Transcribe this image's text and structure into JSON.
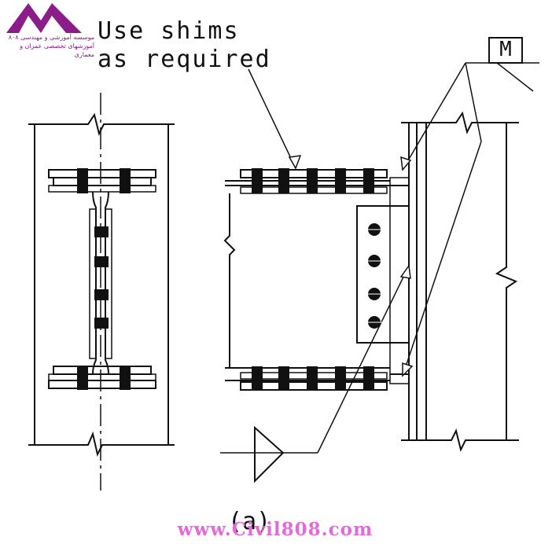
{
  "logo": {
    "line1": "موسسه آموزشی و مهندسی ۸۰۸",
    "line2": "آموزشهای تخصصی عمران و معماری",
    "color": "#8a1d8a"
  },
  "annotation": {
    "line1": "Use shims",
    "line2": "as required"
  },
  "weld_tag": "M",
  "caption": "(a)",
  "watermark": "www.Civil808.com",
  "colors": {
    "line": "#111111",
    "watermark": "#e46ad8",
    "logo": "#8a1d8a"
  }
}
